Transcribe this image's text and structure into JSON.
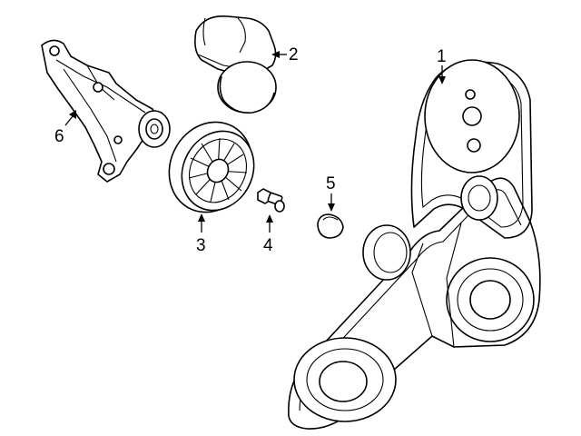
{
  "callouts": {
    "c1": "1",
    "c2": "2",
    "c3": "3",
    "c4": "4",
    "c5": "5",
    "c6": "6"
  },
  "line_color": "#000000",
  "background_color": "#ffffff"
}
